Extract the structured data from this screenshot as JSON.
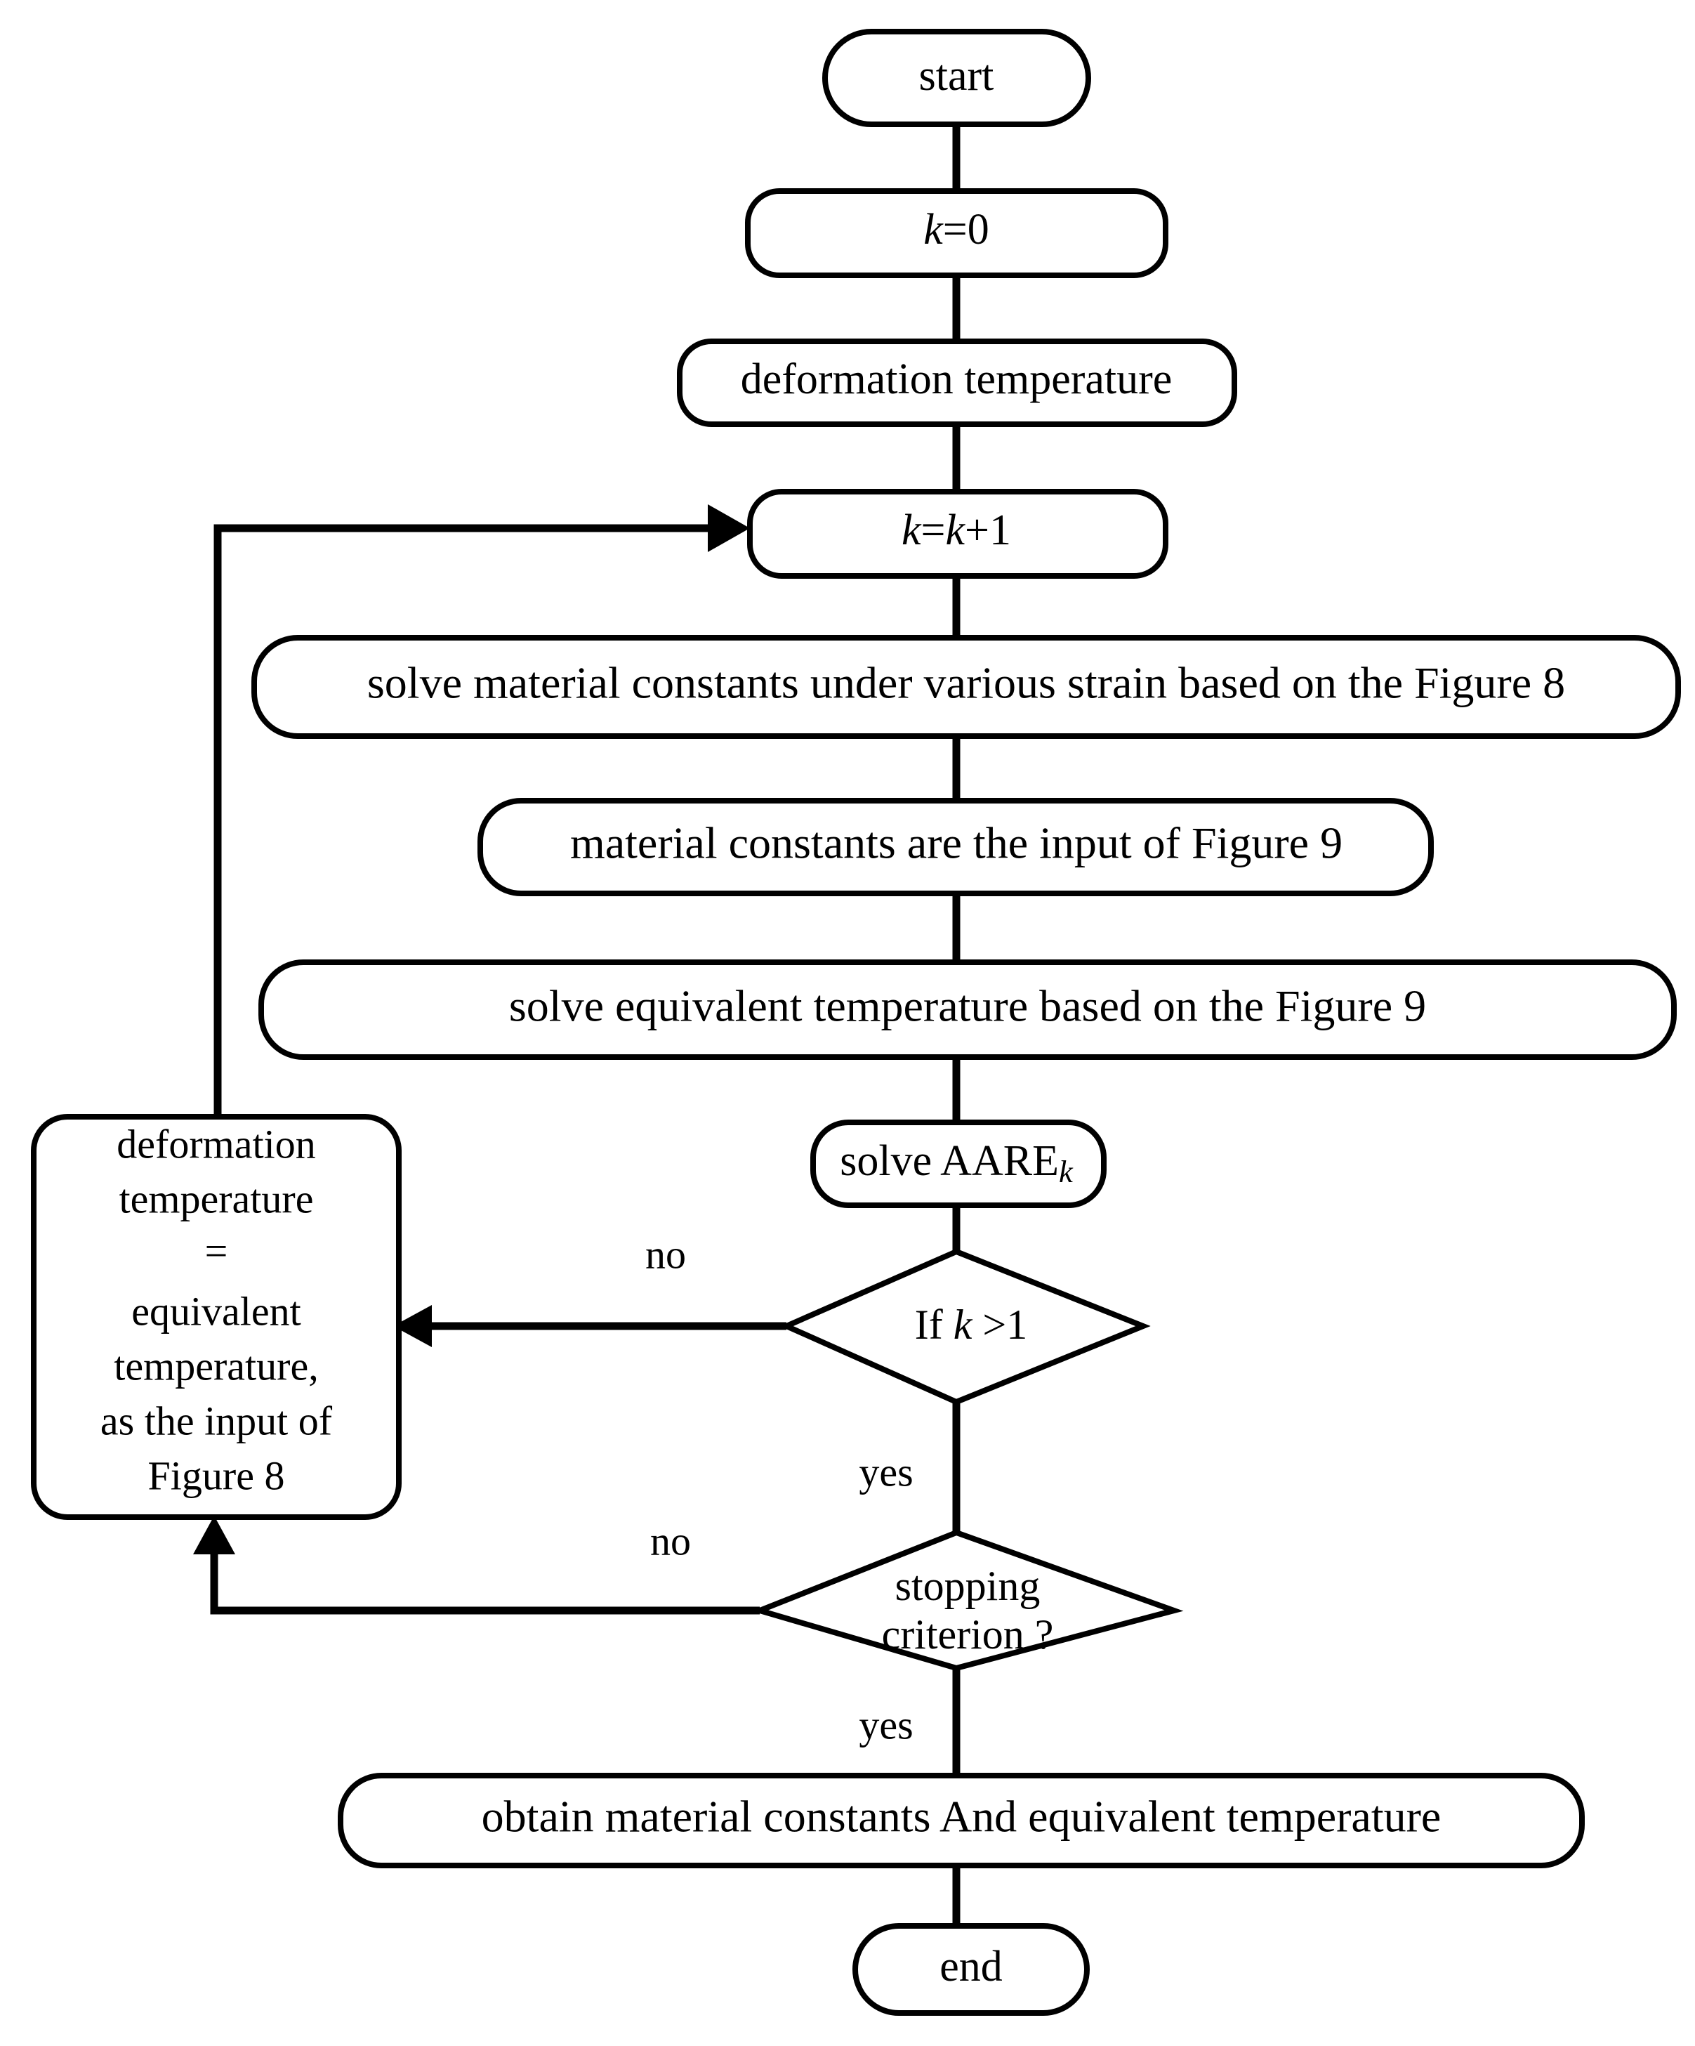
{
  "diagram": {
    "title": "iterative solution flowchart for material constants and equivalent temperature",
    "type": "flowchart",
    "background_color": "#ffffff",
    "line_color": "#000000",
    "text_color": "#000000"
  },
  "nodes": {
    "start": {
      "label": "start",
      "shape": "terminator"
    },
    "k_init": {
      "label": "k=0",
      "label_plain": "k=0",
      "italic_var": "k",
      "rest": "=0",
      "shape": "rounded-rect"
    },
    "deformation_temperature": {
      "label": "deformation temperature",
      "shape": "rounded-rect"
    },
    "k_increment": {
      "label": "k=k+1",
      "italic_var_1": "k",
      "eq": "=",
      "italic_var_2": "k",
      "rest": "+1",
      "shape": "rounded-rect"
    },
    "solve_material_constants": {
      "label": "solve material constants under various strain based on the Figure 8",
      "shape": "rounded-rect"
    },
    "material_constants_input": {
      "label": "material constants are the input of Figure 9",
      "shape": "rounded-rect"
    },
    "solve_equivalent_temperature": {
      "label": "solve equivalent temperature based on the Figure 9",
      "shape": "rounded-rect"
    },
    "solve_aare": {
      "label_prefix": "solve AARE",
      "label_subscript": "k",
      "shape": "rounded-rect"
    },
    "decision_k": {
      "label_prefix": "If ",
      "label_var": "k",
      "label_suffix": " >1",
      "shape": "diamond"
    },
    "decision_stopping": {
      "line1": "stopping",
      "line2": "criterion ?",
      "shape": "diamond"
    },
    "feedback_box": {
      "lines": [
        "deformation",
        "temperature",
        "=",
        "equivalent",
        "temperature,",
        "as  the input of",
        "Figure 8"
      ],
      "shape": "rounded-rect"
    },
    "obtain_results": {
      "label": "obtain material constants And equivalent temperature",
      "shape": "rounded-rect"
    },
    "end": {
      "label": "end",
      "shape": "terminator"
    }
  },
  "edge_labels": {
    "decision_k_no": "no",
    "decision_k_yes": "yes",
    "stopping_no": "no",
    "stopping_yes": "yes"
  }
}
